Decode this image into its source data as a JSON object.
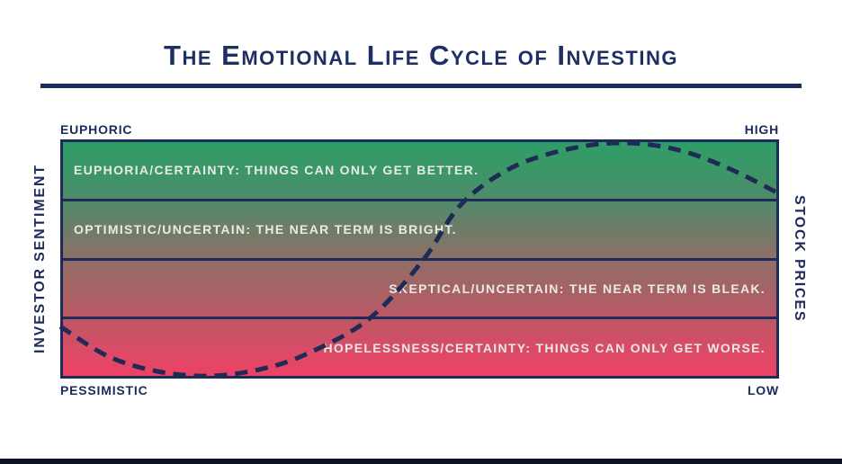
{
  "colors": {
    "navy": "#1e2b5a",
    "title_text": "#1e2f63",
    "band_text": "#e9eae6",
    "gradient_top_green": "#2f9d68",
    "gradient_mid_taupe": "#8e6f67",
    "gradient_bottom_crimson": "#ed4165",
    "curve": "#1f2a55",
    "bottom_bar": "#0c1124",
    "background": "#ffffff"
  },
  "title": {
    "text": "The Emotional Life Cycle of Investing"
  },
  "chart_data": {
    "type": "line",
    "title": "The Emotional Life Cycle of Investing",
    "grid": "off",
    "legend": "none",
    "y_axis_left": {
      "label": "INVESTOR SENTIMENT",
      "top": "EUPHORIC",
      "bottom": "PESSIMISTIC"
    },
    "y_axis_right": {
      "label": "STOCK PRICES",
      "top": "HIGH",
      "bottom": "LOW"
    },
    "bands": [
      {
        "label": "EUPHORIA/CERTAINTY: THINGS CAN ONLY GET BETTER.",
        "align": "left",
        "position": "top band"
      },
      {
        "label": "OPTIMISTIC/UNCERTAIN: THE NEAR TERM IS BRIGHT.",
        "align": "left",
        "position": "second band"
      },
      {
        "label": "SKEPTICAL/UNCERTAIN: THE NEAR TERM IS BLEAK.",
        "align": "right",
        "position": "third band"
      },
      {
        "label": "HOPELESSNESS/CERTAINTY: THINGS CAN ONLY GET WORSE.",
        "align": "right",
        "position": "bottom band"
      }
    ],
    "curve": {
      "style": "dashed",
      "dash": "14 9",
      "stroke_width": 5,
      "points_normalized": [
        [
          0.0,
          0.782
        ],
        [
          0.066,
          0.906
        ],
        [
          0.135,
          0.97
        ],
        [
          0.207,
          0.989
        ],
        [
          0.277,
          0.962
        ],
        [
          0.342,
          0.898
        ],
        [
          0.429,
          0.752
        ],
        [
          0.504,
          0.508
        ],
        [
          0.558,
          0.271
        ],
        [
          0.629,
          0.117
        ],
        [
          0.711,
          0.038
        ],
        [
          0.786,
          0.015
        ],
        [
          0.861,
          0.045
        ],
        [
          0.932,
          0.124
        ],
        [
          0.997,
          0.222
        ]
      ]
    }
  }
}
